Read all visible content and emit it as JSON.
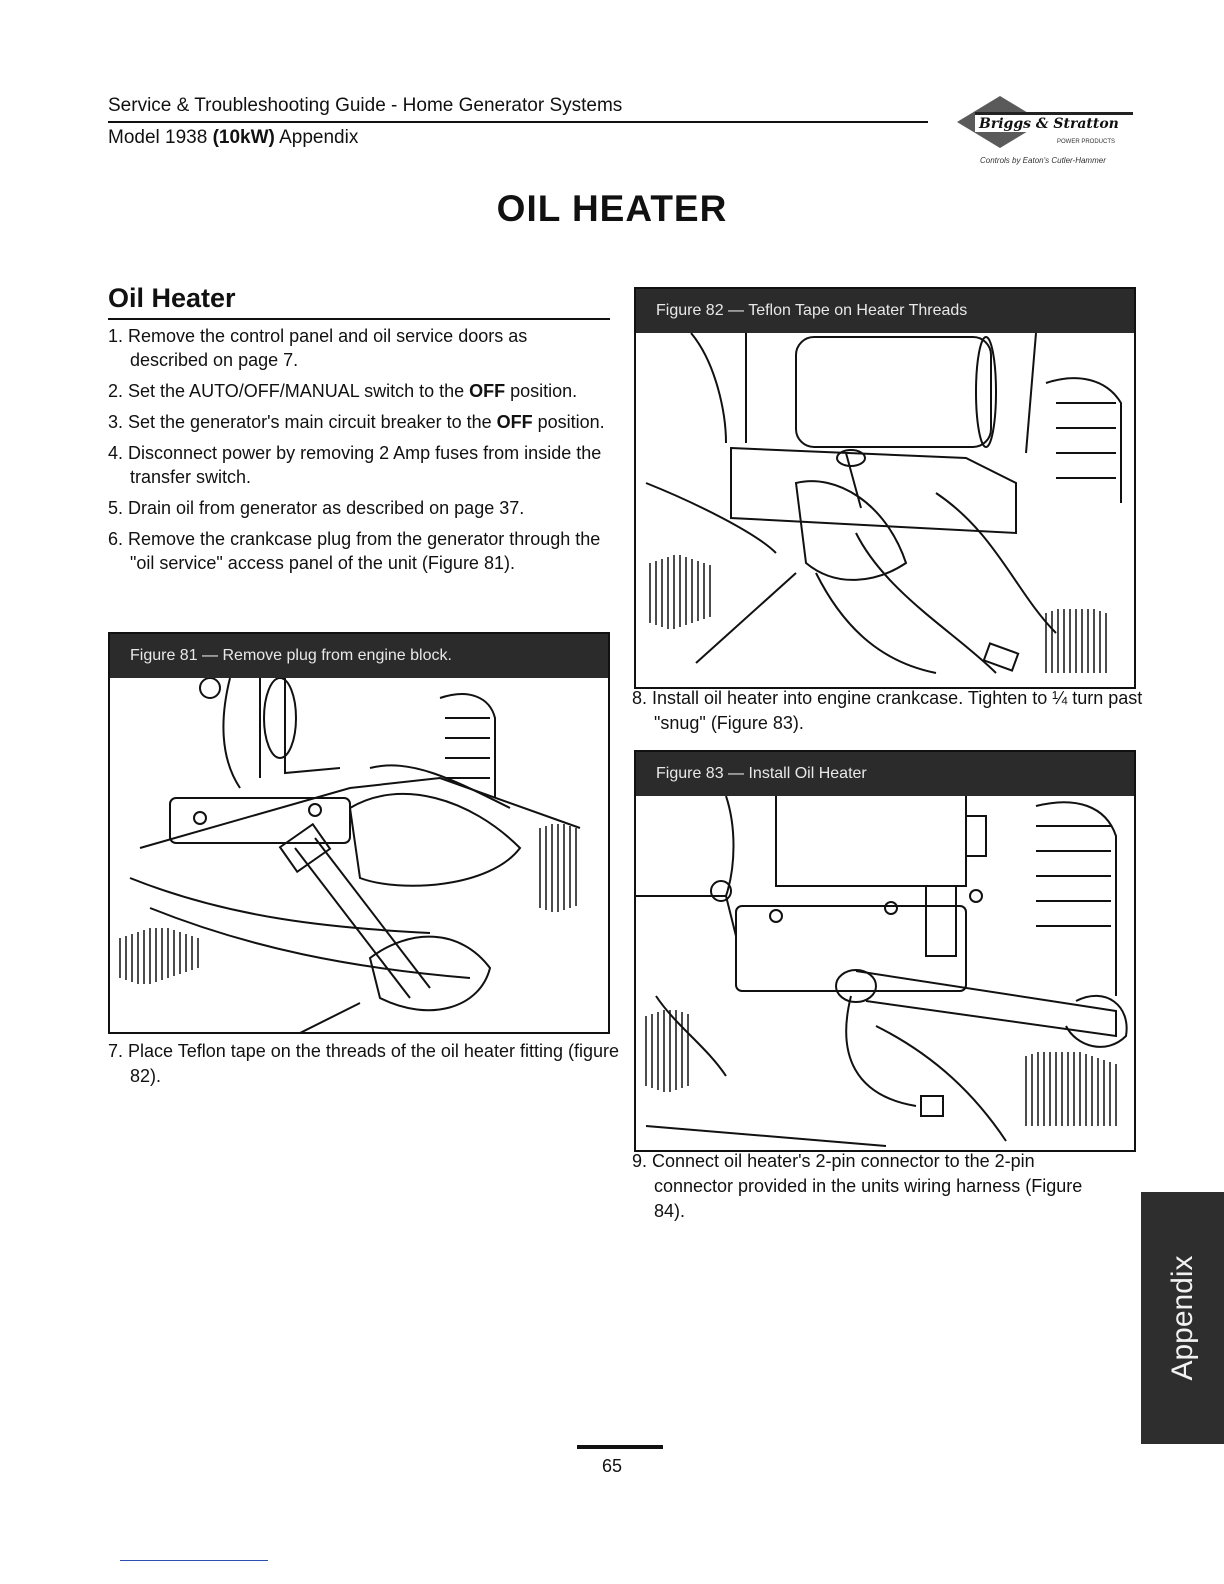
{
  "header": {
    "line1": "Service & Troubleshooting Guide - Home Generator Systems",
    "line2_pre": "Model 1938 ",
    "line2_bold": "(10kW)",
    "line2_post": " Appendix",
    "logo_text": "Briggs & Stratton",
    "logo_sub": "POWER PRODUCTS",
    "logo_tagline": "Controls by Eaton's Cutler-Hammer"
  },
  "page_title": "OIL HEATER",
  "section_title": "Oil Heater",
  "steps_left": [
    {
      "text": "1. Remove the control panel and oil service doors as described on page 7."
    },
    {
      "pre": "2. Set the AUTO/OFF/MANUAL switch to the ",
      "bold": "OFF",
      "post": " position."
    },
    {
      "pre": "3. Set the generator's main circuit breaker to the ",
      "bold": "OFF",
      "post": " position."
    },
    {
      "text": "4. Disconnect power by removing 2 Amp fuses from inside the transfer switch."
    },
    {
      "text": "5. Drain oil from generator as described on page 37."
    },
    {
      "text": "6. Remove the crankcase plug from the generator through the \"oil service\" access panel of the unit (Figure 81)."
    }
  ],
  "figures": {
    "fig81": "Figure 81 — Remove plug from engine block.",
    "fig82": "Figure 82 — Teflon Tape on Heater Threads",
    "fig83": "Figure 83 — Install Oil Heater"
  },
  "step7": "7. Place Teflon tape on the threads of the oil heater fitting (figure 82).",
  "step8": "8. Install oil heater into engine crankcase. Tighten to ¼ turn past \"snug\" (Figure 83).",
  "step9": "9. Connect oil heater's 2-pin connector to the 2-pin connector provided in the units wiring harness (Figure 84).",
  "side_tab": "Appendix",
  "page_number": "65"
}
